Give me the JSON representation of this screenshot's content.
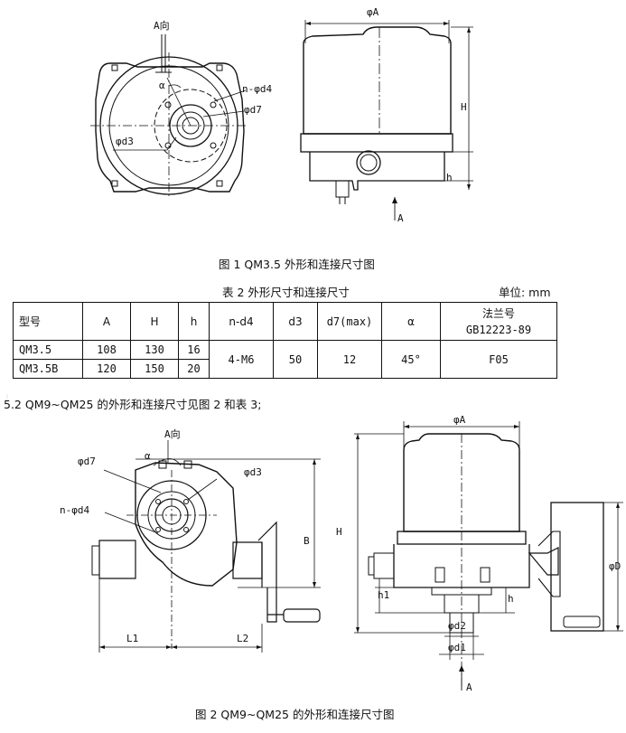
{
  "fig1": {
    "caption": "图 1 QM3.5 外形和连接尺寸图",
    "view_label": "A向",
    "labels": {
      "alpha": "α",
      "n_d4": "n-φd4",
      "d7": "φd7",
      "d3": "φd3",
      "phiA": "φA",
      "H": "H",
      "h": "h",
      "A": "A"
    }
  },
  "table": {
    "title": "表 2 外形尺寸和连接尺寸",
    "unit": "单位: mm",
    "headers": [
      "型号",
      "A",
      "H",
      "h",
      "n-d4",
      "d3",
      "d7(max)",
      "α"
    ],
    "flange_header": "法兰号",
    "flange_std": "GB12223-89",
    "rows": [
      {
        "model": "QM3.5",
        "A": "108",
        "H": "130",
        "h": "16"
      },
      {
        "model": "QM3.5B",
        "A": "120",
        "H": "150",
        "h": "20"
      }
    ],
    "shared": {
      "nd4": "4-M6",
      "d3": "50",
      "d7": "12",
      "alpha": "45°",
      "flange": "F05"
    }
  },
  "section_note": "5.2 QM9~QM25 的外形和连接尺寸见图 2 和表 3;",
  "fig2": {
    "caption": "图 2 QM9~QM25 的外形和连接尺寸图",
    "view_label": "A向",
    "labels": {
      "d7": "φd7",
      "alpha": "α",
      "d3": "φd3",
      "n_d4": "n-φd4",
      "B": "B",
      "L1": "L1",
      "L2": "L2",
      "phiA": "φA",
      "H": "H",
      "h1": "h1",
      "h": "h",
      "d2": "φd2",
      "d1": "φd1",
      "D": "φD",
      "A": "A"
    }
  }
}
